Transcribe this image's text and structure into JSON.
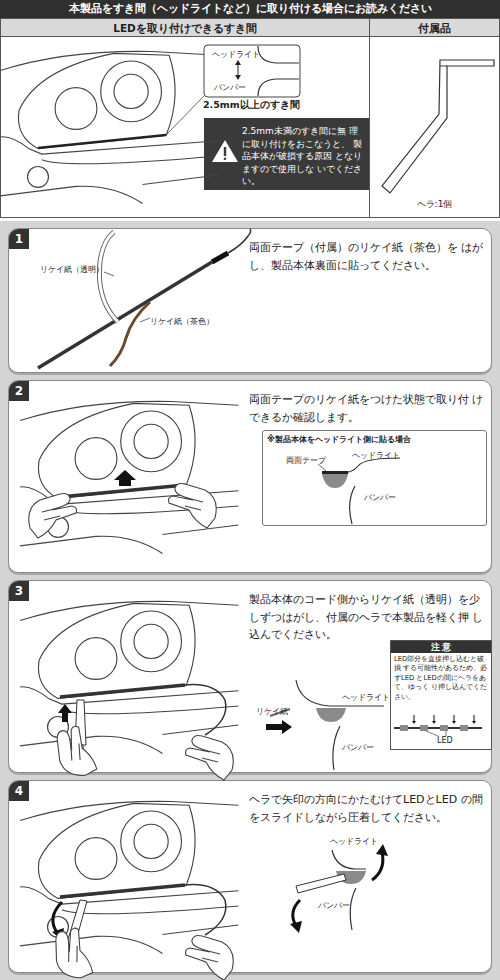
{
  "diagram": {
    "title": "本製品をすき間（ヘッドライトなど）に取り付ける場合にお読みください",
    "nodes": [
      {
        "text": [
          "LEDを取り付けできるすき間"
        ]
      },
      {
        "text": [
          "2.5mm未満のすき間に無 理に取り付けをおこなうと、 製品本体が破損する原因 となりますので使用しな いでください。"
        ],
        "in": 0
      },
      {
        "text": [
          "付属品",
          "ヘラ:1個"
        ]
      },
      {
        "text": [
          "1",
          "両面テープ（付属）のリケイ紙（茶色）を はがし、製品本体裏面に貼ってください。"
        ]
      },
      {
        "text": [
          "2",
          "両面テープのリケイ紙をつけた状態で取り付 けできるか確認します。"
        ]
      },
      {
        "text": [
          "※製品本体をヘッドライト側に貼る場合"
        ],
        "in": 4
      },
      {
        "text": [
          "3",
          "製品本体のコード側からリケイ紙（透明）を少 しずつはがし、付属のヘラで本製品を軽く押 し込んでください。"
        ]
      },
      {
        "text": [
          "注 意",
          "LED部分を直接押し込むと破損 する可能性があるため、必ずLED とLEDの間にヘラをあて、ゆっく り押し込んでください。"
        ],
        "in": 6
      },
      {
        "text": [
          "4",
          "ヘラで矢印の方向にかたむけてLEDとLED の間をスライドしながら圧着してください。"
        ]
      }
    ],
    "labels": [
      "ヘッドライト",
      "バンパー",
      "2.5mm以上のすき間",
      "リケイ紙（透明）",
      "リケイ紙（茶色）",
      "両面テープ",
      "ヘッドライト",
      "バンパー",
      "リケイ紙",
      "ヘッドライト",
      "バンパー",
      "LED",
      "ヘッドライト",
      "バンパー"
    ]
  }
}
